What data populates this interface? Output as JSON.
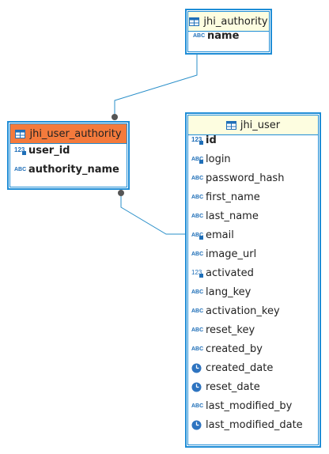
{
  "tables": {
    "authority": {
      "title": "jhi_authority",
      "columns": [
        {
          "name": "name",
          "type": "string",
          "key": true
        }
      ]
    },
    "user_authority": {
      "title": "jhi_user_authority",
      "header_color": "#f47a3c",
      "columns": [
        {
          "name": "user_id",
          "type": "number",
          "key": true
        },
        {
          "name": "authority_name",
          "type": "string",
          "key": true
        }
      ]
    },
    "user": {
      "title": "jhi_user",
      "header_color": "#fdfde0",
      "columns": [
        {
          "name": "id",
          "type": "number",
          "key": true
        },
        {
          "name": "login",
          "type": "string-key"
        },
        {
          "name": "password_hash",
          "type": "string"
        },
        {
          "name": "first_name",
          "type": "string"
        },
        {
          "name": "last_name",
          "type": "string"
        },
        {
          "name": "email",
          "type": "string-key"
        },
        {
          "name": "image_url",
          "type": "string"
        },
        {
          "name": "activated",
          "type": "number"
        },
        {
          "name": "lang_key",
          "type": "string"
        },
        {
          "name": "activation_key",
          "type": "string"
        },
        {
          "name": "reset_key",
          "type": "string"
        },
        {
          "name": "created_by",
          "type": "string"
        },
        {
          "name": "created_date",
          "type": "date"
        },
        {
          "name": "reset_date",
          "type": "date"
        },
        {
          "name": "last_modified_by",
          "type": "string"
        },
        {
          "name": "last_modified_date",
          "type": "date"
        }
      ]
    }
  },
  "colors": {
    "border": "#1f8dd6",
    "line": "#2a8fc9",
    "dot": "#555555"
  }
}
